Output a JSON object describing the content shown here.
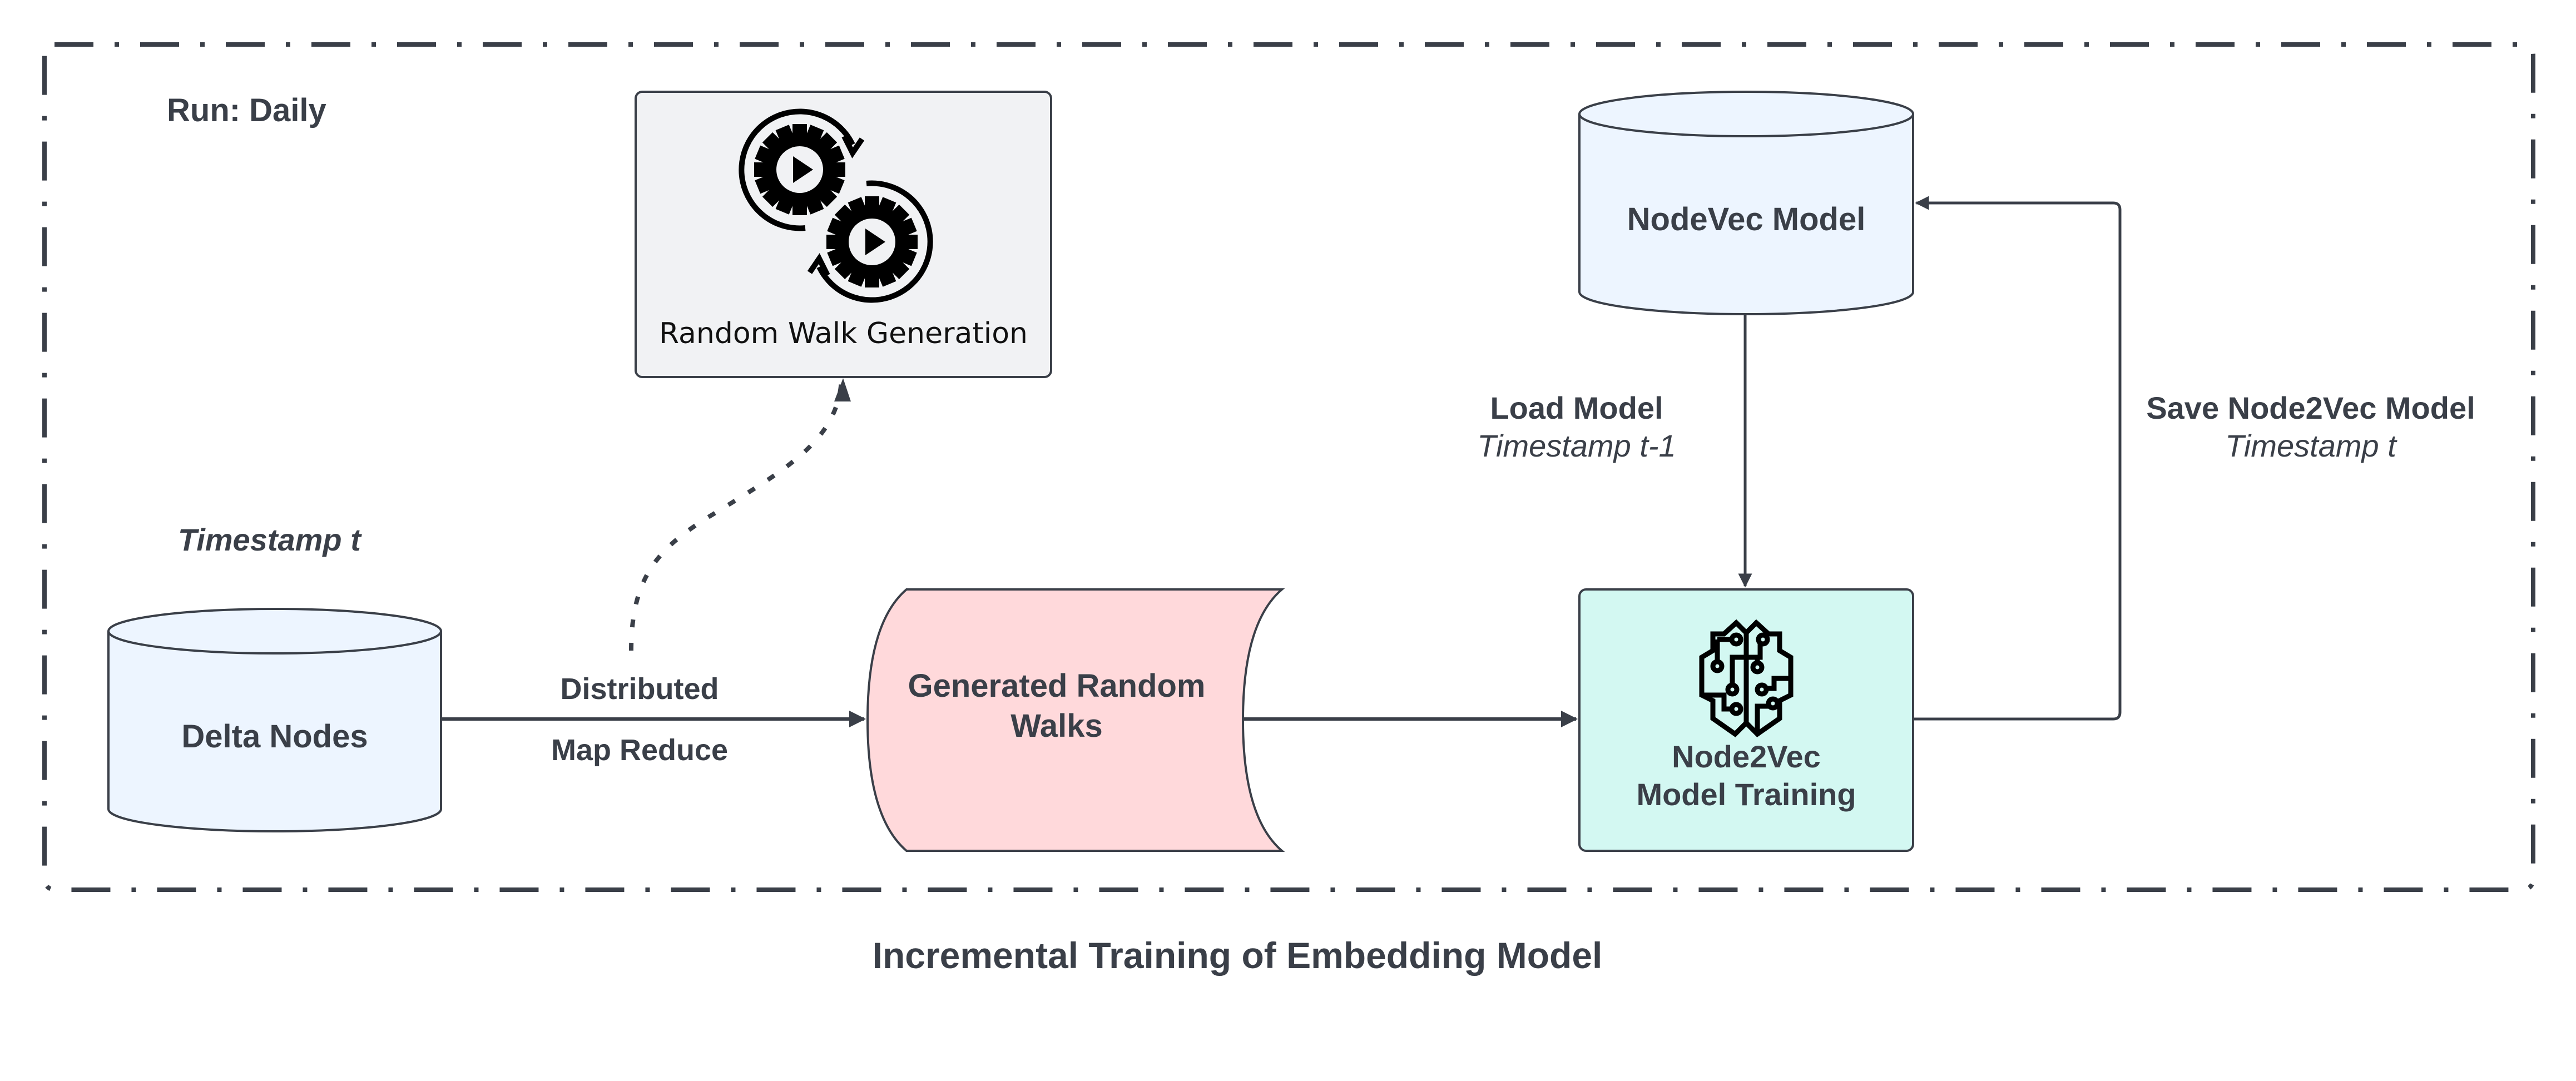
{
  "diagram": {
    "title": "Incremental Training of Embedding Model",
    "group": {
      "label": "Run: Daily",
      "border_style": "dash-dot"
    },
    "nodes": {
      "delta_nodes": {
        "label": "Delta Nodes",
        "shape": "cylinder",
        "fill": "#EDF5FF",
        "annotation": "Timestamp t"
      },
      "random_walk_generation": {
        "label": "Random Walk Generation",
        "shape": "rounded-rect",
        "fill": "#F2F3F5",
        "icon": "gears-cycle-play-icon"
      },
      "generated_random_walks": {
        "line1": "Generated Random",
        "line2": "Walks",
        "shape": "stored-data",
        "fill": "#FFD9DB"
      },
      "nodevec_model": {
        "label": "NodeVec Model",
        "shape": "cylinder",
        "fill": "#EDF5FF"
      },
      "node2vec_training": {
        "line1": "Node2Vec",
        "line2": "Model Training",
        "shape": "rounded-rect",
        "fill": "#D3F8F2",
        "icon": "ai-brain-circuit-icon"
      }
    },
    "edges": {
      "map_reduce": {
        "from": "delta_nodes",
        "to": "generated_random_walks",
        "label_top": "Distributed",
        "label_bottom": "Map Reduce",
        "style": "solid"
      },
      "spawn_random_walk": {
        "from": "map_reduce",
        "to": "random_walk_generation",
        "style": "dotted"
      },
      "walks_to_training": {
        "from": "generated_random_walks",
        "to": "node2vec_training",
        "style": "solid"
      },
      "load_model": {
        "from": "nodevec_model",
        "to": "node2vec_training",
        "label": "Load Model",
        "sublabel": "Timestamp t-1",
        "style": "solid"
      },
      "save_model": {
        "from": "node2vec_training",
        "to": "nodevec_model",
        "label": "Save Node2Vec Model",
        "sublabel": "Timestamp t",
        "style": "solid"
      }
    },
    "colors": {
      "stroke": "#3A3F48",
      "text": "#3A3F48",
      "icon": "#000000"
    }
  }
}
